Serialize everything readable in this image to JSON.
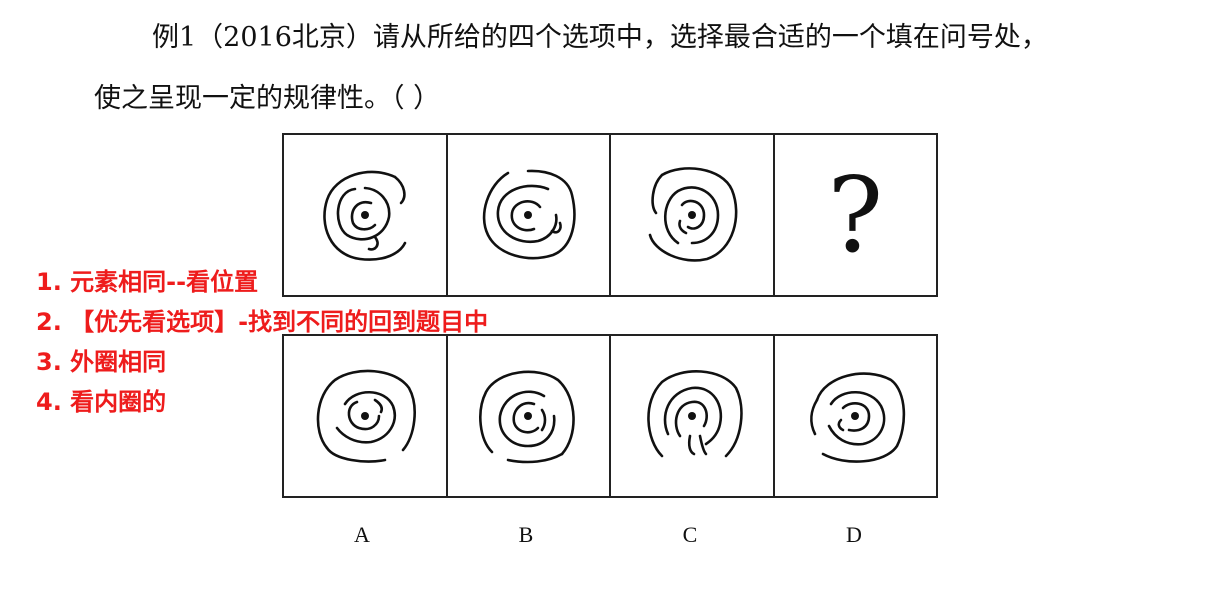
{
  "question": {
    "line1": "例1（2016北京）请从所给的四个选项中，选择最合适的一个填在问号处，",
    "line2": "使之呈现一定的规律性。（    ）"
  },
  "problem_row": {
    "question_mark": "?"
  },
  "options": {
    "labels": [
      "A",
      "B",
      "C",
      "D"
    ]
  },
  "notes": [
    "1. 元素相同--看位置",
    "2. 【优先看选项】-找到不同的回到题目中",
    "3. 外圈相同",
    "4. 看内圈的"
  ],
  "colors": {
    "note_color": "#ee1c1c",
    "line_color": "#111111"
  }
}
